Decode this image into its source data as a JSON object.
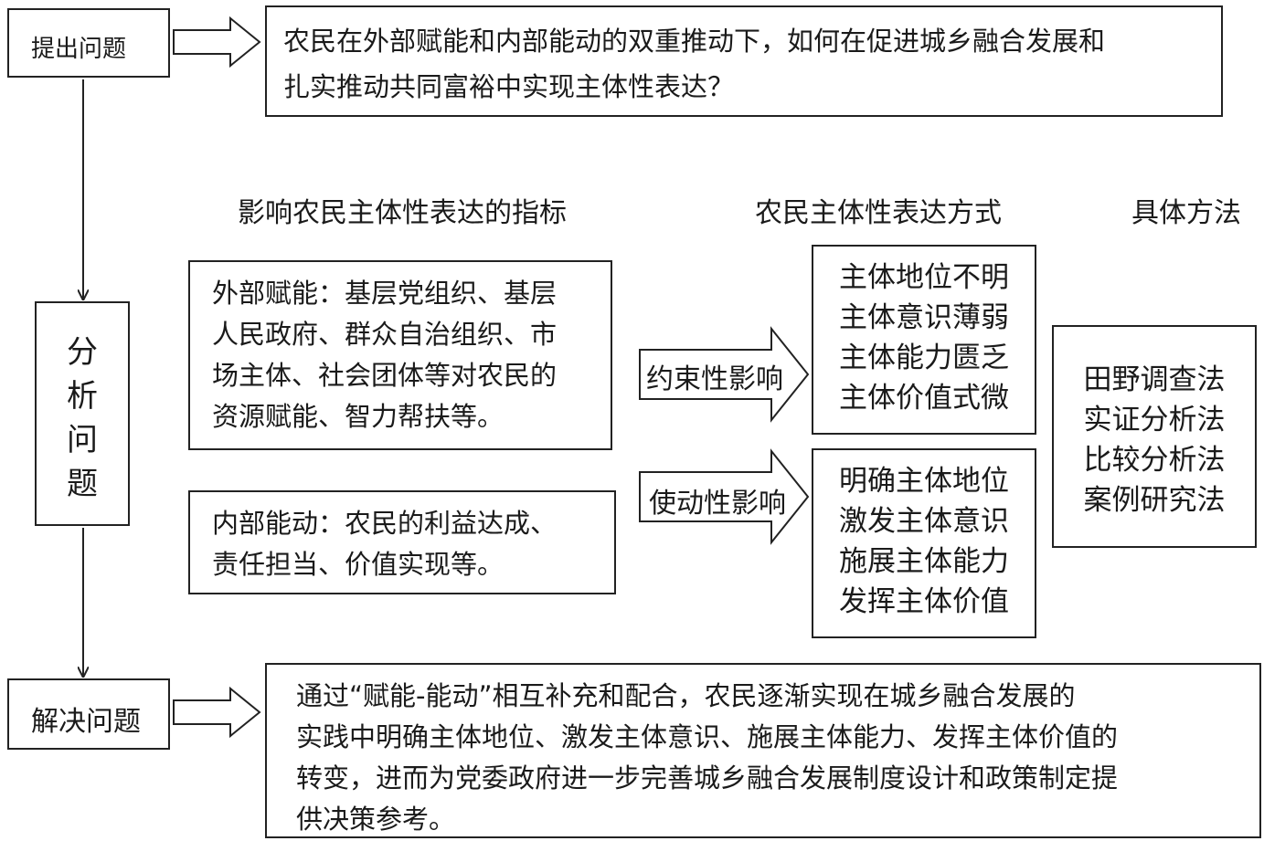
{
  "flow": {
    "ask_label": "提出问题",
    "analyze_label": [
      "分",
      "析",
      "问",
      "题"
    ],
    "solve_label": "解决问题"
  },
  "question": {
    "lines": [
      "农民在外部赋能和内部能动的双重推动下，如何在促进城乡融合发展和",
      "扎实推动共同富裕中实现主体性表达？"
    ]
  },
  "headers": {
    "indicators": "影响农民主体性表达的指标",
    "modes": "农民主体性表达方式",
    "methods": "具体方法"
  },
  "indicators": {
    "external": [
      "外部赋能：基层党组织、基层",
      "人民政府、群众自治组织、市",
      "场主体、社会团体等对农民的",
      "资源赋能、智力帮扶等。"
    ],
    "internal": [
      "内部能动：农民的利益达成、",
      "责任担当、价值实现等。"
    ]
  },
  "arrows": {
    "constraint": "约束性影响",
    "enabling": "使动性影响"
  },
  "modes": {
    "constraint_items": [
      "主体地位不明",
      "主体意识薄弱",
      "主体能力匮乏",
      "主体价值式微"
    ],
    "enabling_items": [
      "明确主体地位",
      "激发主体意识",
      "施展主体能力",
      "发挥主体价值"
    ]
  },
  "methods": {
    "items": [
      "田野调查法",
      "实证分析法",
      "比较分析法",
      "案例研究法"
    ]
  },
  "conclusion": {
    "lines": [
      "通过“赋能-能动”相互补充和配合，农民逐渐实现在城乡融合发展的",
      "实践中明确主体地位、激发主体意识、施展主体能力、发挥主体价值的",
      "转变，进而为党委政府进一步完善城乡融合发展制度设计和政策制定提",
      "供决策参考。"
    ]
  }
}
